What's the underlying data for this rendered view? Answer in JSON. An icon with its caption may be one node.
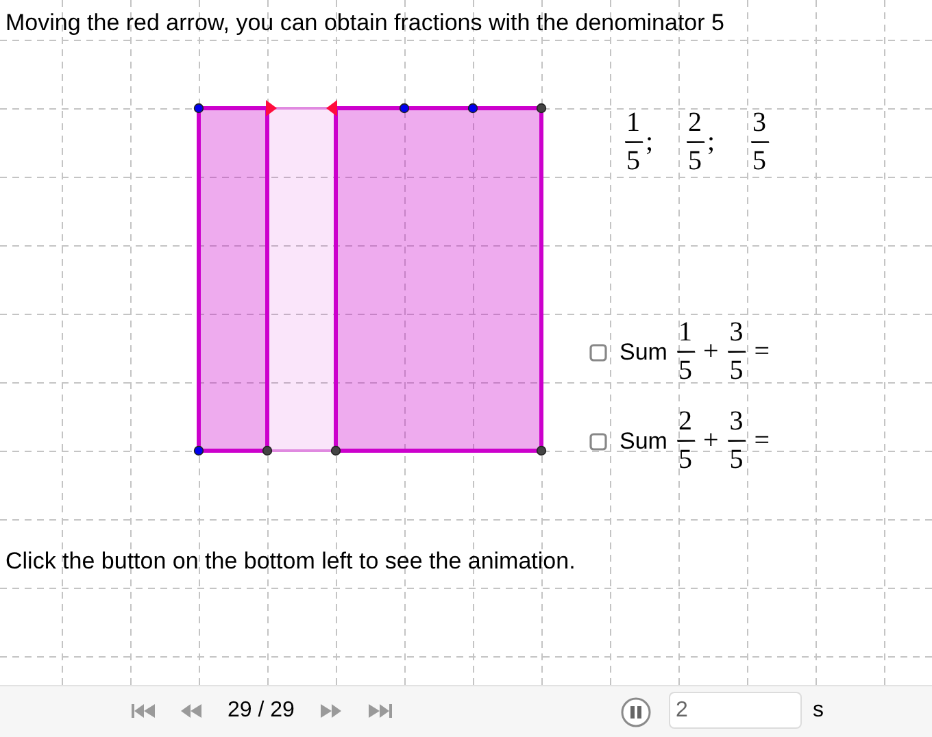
{
  "diagram": {
    "title": "Moving the red arrow, you can obtain fractions with the denominator 5",
    "labels": [
      "1/5;",
      "2/5;",
      "3/5",
      "Sum 1/5 + 3/5 =",
      "Sum 2/5 + 3/5 =",
      "Click the button on the bottom left to see the animation.",
      "29 / 29",
      "2",
      "s"
    ]
  }
}
